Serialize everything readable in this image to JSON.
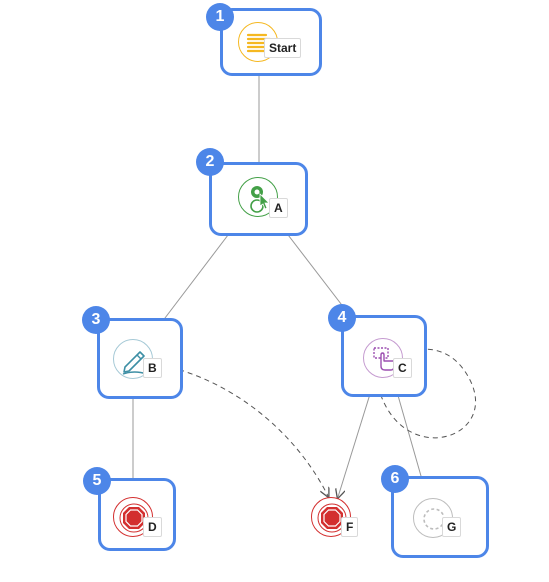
{
  "steps": [
    {
      "num": "1",
      "label": "Start"
    },
    {
      "num": "2",
      "label": "A"
    },
    {
      "num": "3",
      "label": "B"
    },
    {
      "num": "4",
      "label": "C"
    },
    {
      "num": "5",
      "label": "D"
    },
    {
      "num": "6",
      "label": "G"
    }
  ],
  "unboxed": {
    "label": "F"
  },
  "colors": {
    "box": "#4d86e8",
    "edge": "#999999",
    "start": "#f5b821",
    "a": "#43a047",
    "b": "#3d8fa5",
    "c": "#9c4fb0",
    "stop": "#d32f2f",
    "g": "#bdbdbd"
  }
}
